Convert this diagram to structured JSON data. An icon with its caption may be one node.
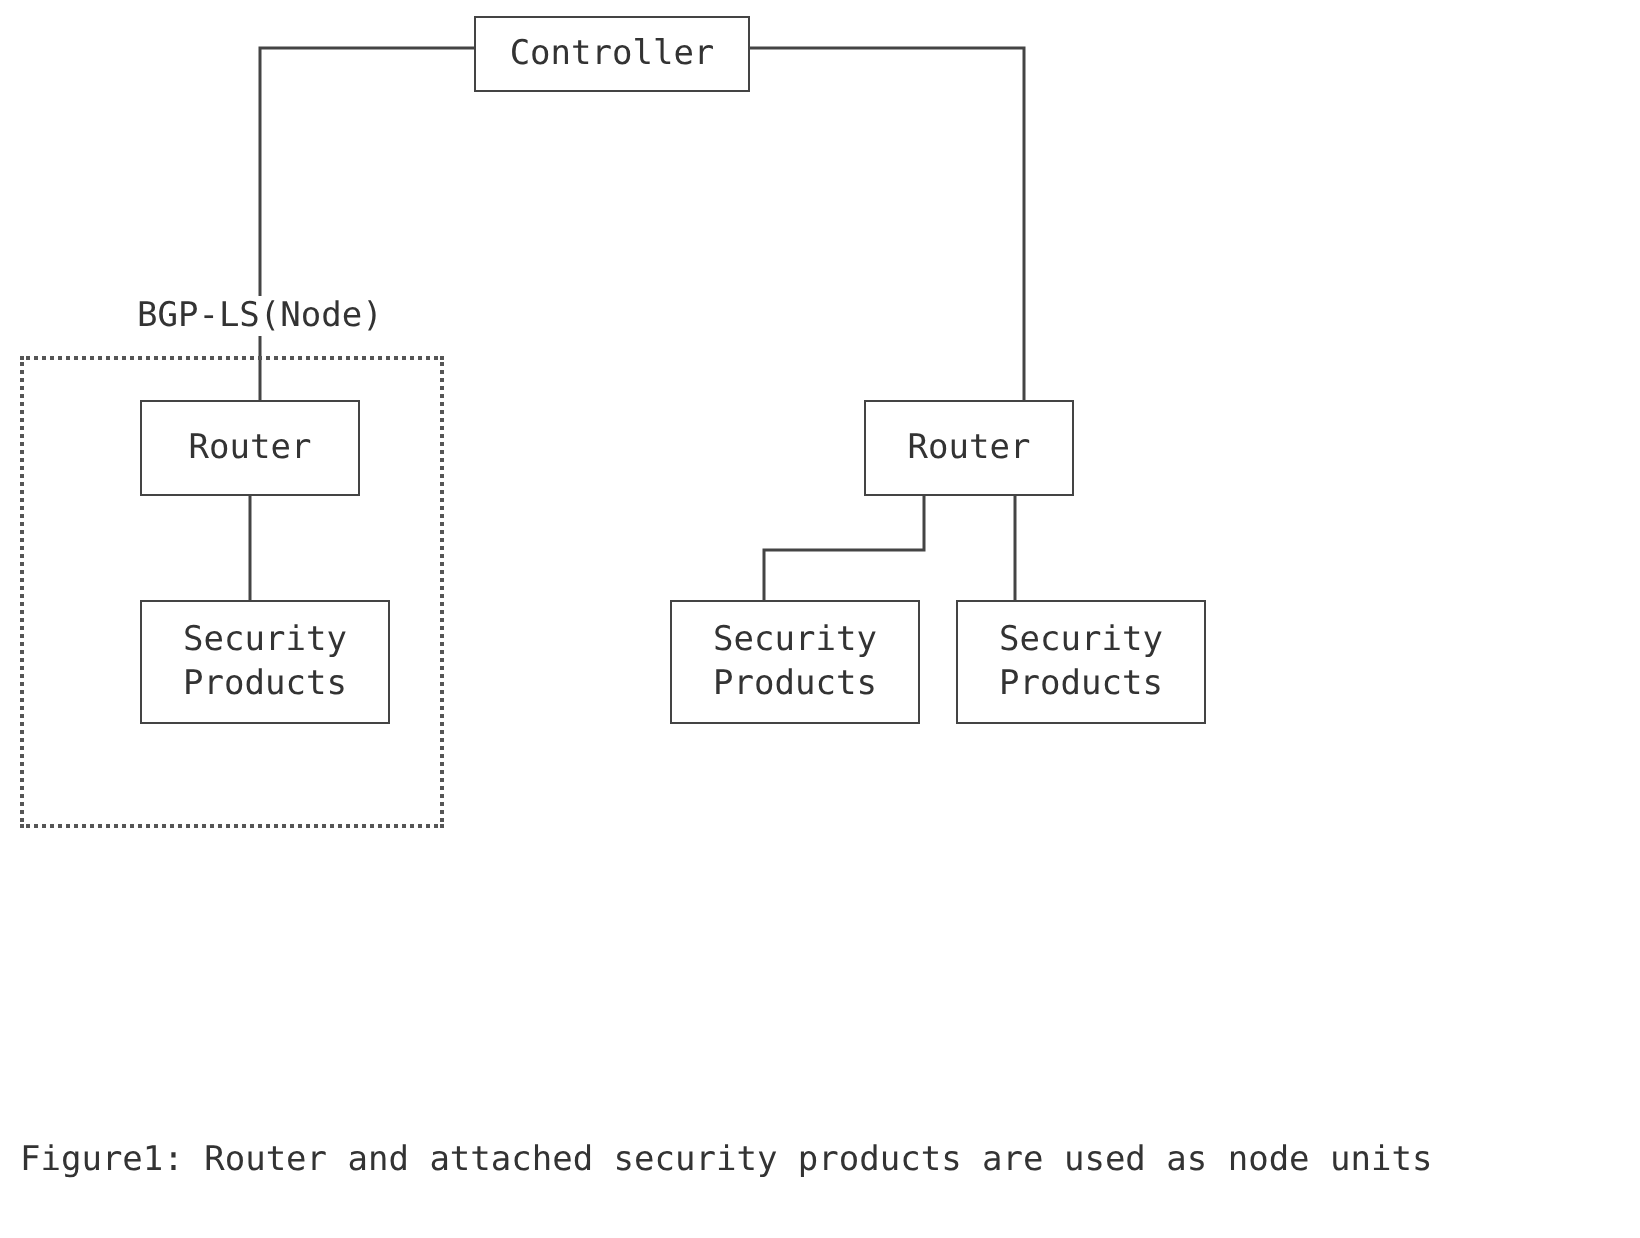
{
  "diagram": {
    "caption": "Figure1: Router and attached security products are used as node units",
    "nodes": [
      {
        "text": [
          "Controller"
        ]
      },
      {
        "text": [],
        "shape": "box"
      },
      {
        "text": [
          "Router"
        ],
        "in": 1
      },
      {
        "text": [
          "Security Products"
        ],
        "in": 1
      },
      {
        "text": [
          "Router"
        ]
      },
      {
        "text": [
          "Security Products"
        ]
      },
      {
        "text": [
          "Security Products"
        ]
      }
    ],
    "edges": [
      {
        "from": 0,
        "to": 2,
        "arrow": "none",
        "label": "BGP-LS(Node)"
      },
      {
        "from": 2,
        "to": 3,
        "arrow": "none"
      },
      {
        "from": 0,
        "to": 4,
        "arrow": "none"
      },
      {
        "from": 4,
        "to": 5,
        "arrow": "none"
      },
      {
        "from": 4,
        "to": 6,
        "arrow": "none"
      }
    ]
  }
}
